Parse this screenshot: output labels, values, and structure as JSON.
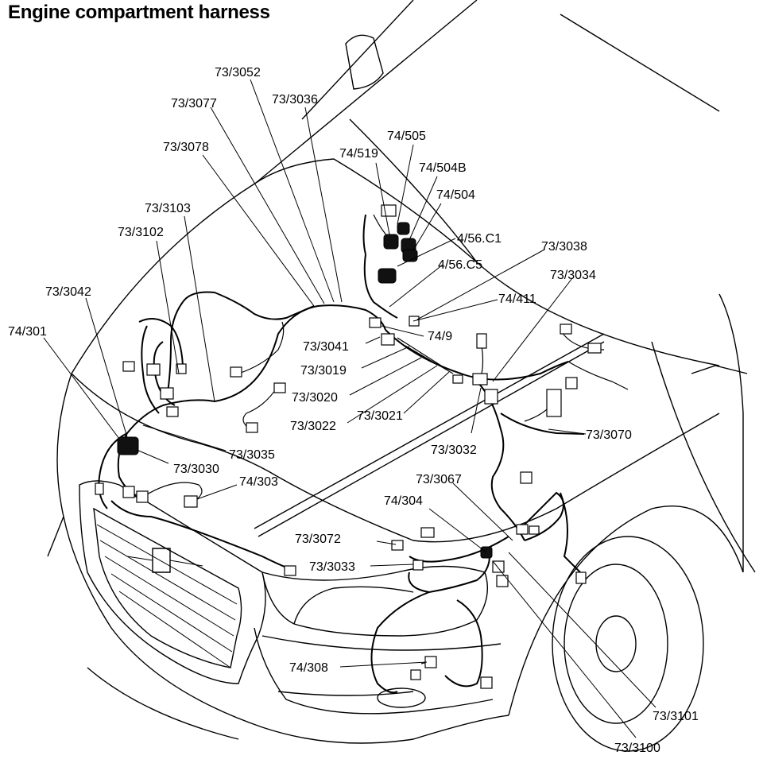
{
  "title": "Engine compartment harness",
  "callouts": {
    "c1": "73/3052",
    "c2": "73/3077",
    "c3": "73/3036",
    "c4": "73/3078",
    "c5": "74/505",
    "c6": "74/519",
    "c7": "74/504B",
    "c8": "74/504",
    "c9": "73/3103",
    "c10": "73/3102",
    "c11": "4/56.C1",
    "c12": "73/3038",
    "c13": "4/56.C5",
    "c14": "73/3034",
    "c15": "73/3042",
    "c16": "74/411",
    "c17": "74/301",
    "c18": "74/9",
    "c19": "73/3041",
    "c20": "73/3019",
    "c21": "73/3020",
    "c22": "73/3022",
    "c23": "73/3021",
    "c24": "73/3035",
    "c25": "73/3030",
    "c26": "74/303",
    "c27": "73/3032",
    "c28": "73/3070",
    "c29": "73/3067",
    "c30": "74/304",
    "c31": "73/3072",
    "c32": "73/3033",
    "c33": "74/308",
    "c34": "73/3101",
    "c35": "73/3100"
  }
}
